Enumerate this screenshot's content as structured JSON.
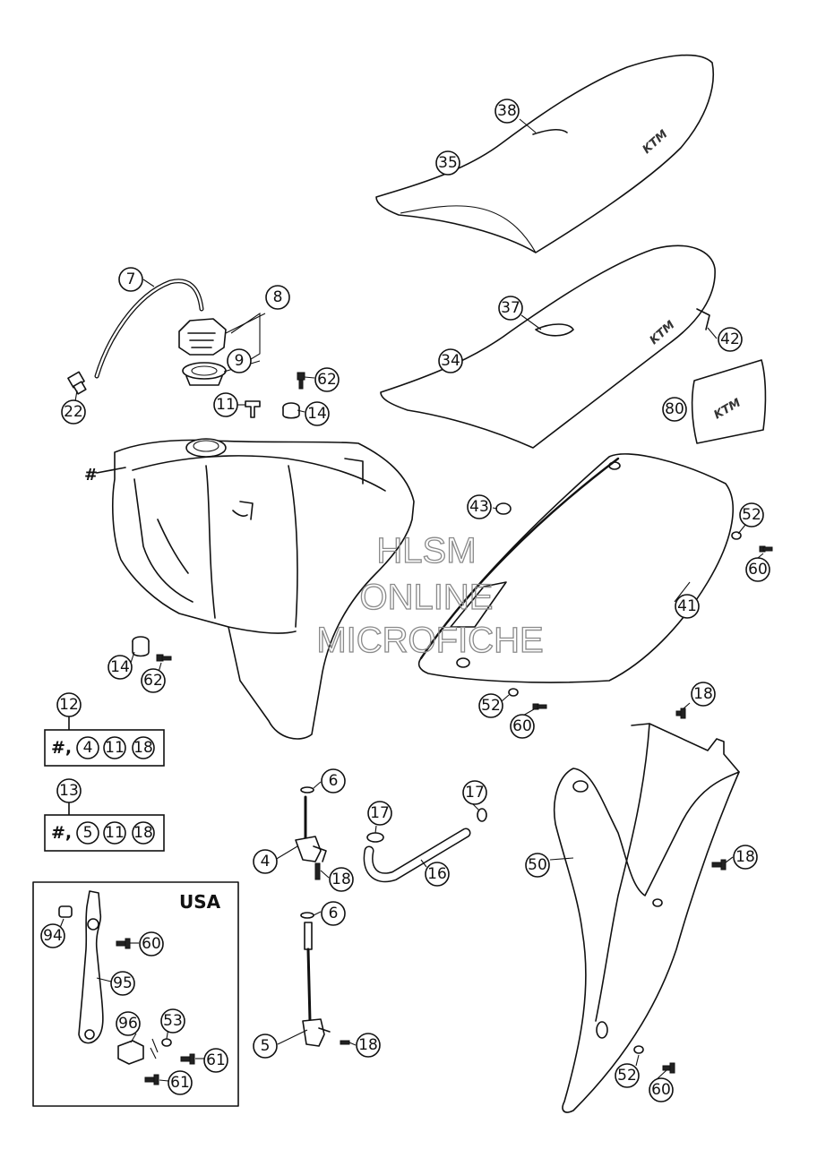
{
  "watermark": {
    "line1": "HLSM",
    "line2": "ONLINE",
    "line3": "MICROFICHE"
  },
  "brand": {
    "logo": "KTM"
  },
  "usa_label": "USA",
  "hash_label": "#",
  "callouts": [
    "38",
    "35",
    "37",
    "34",
    "42",
    "80",
    "7",
    "8",
    "9",
    "62",
    "11",
    "14",
    "22",
    "43",
    "52",
    "60",
    "41",
    "12",
    "13",
    "6",
    "4",
    "18",
    "17",
    "16",
    "50",
    "94",
    "95",
    "96",
    "53",
    "61",
    "5"
  ],
  "kits": [
    {
      "id": "12",
      "text": "#,",
      "parts": [
        "4",
        "11",
        "18"
      ]
    },
    {
      "id": "13",
      "text": "#,",
      "parts": [
        "5",
        "11",
        "18"
      ]
    }
  ],
  "colors": {
    "line": "#111111",
    "watermark": "#8a8a8a",
    "background": "#ffffff"
  }
}
